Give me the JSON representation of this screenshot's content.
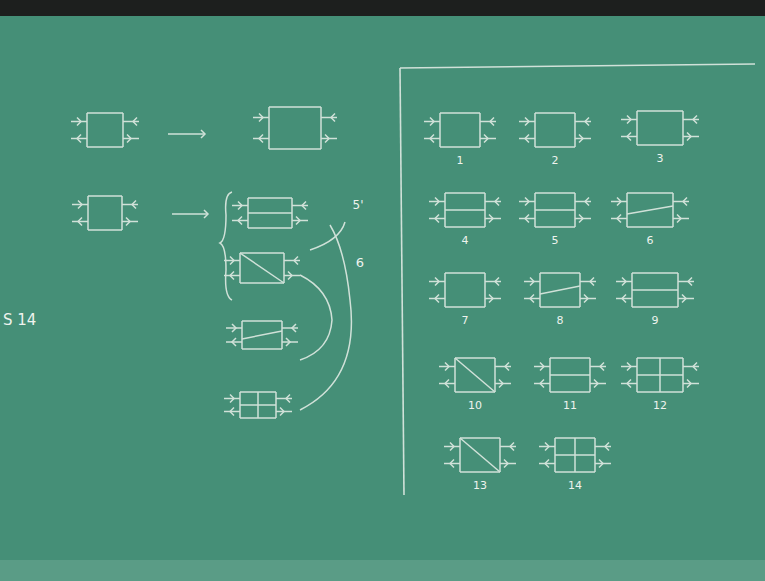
{
  "diagram": {
    "labels": [
      "S 14",
      "5'",
      "6",
      "1",
      "2",
      "3",
      "4",
      "5",
      "6",
      "7",
      "8",
      "9",
      "10",
      "11",
      "12",
      "13",
      "14"
    ]
  }
}
